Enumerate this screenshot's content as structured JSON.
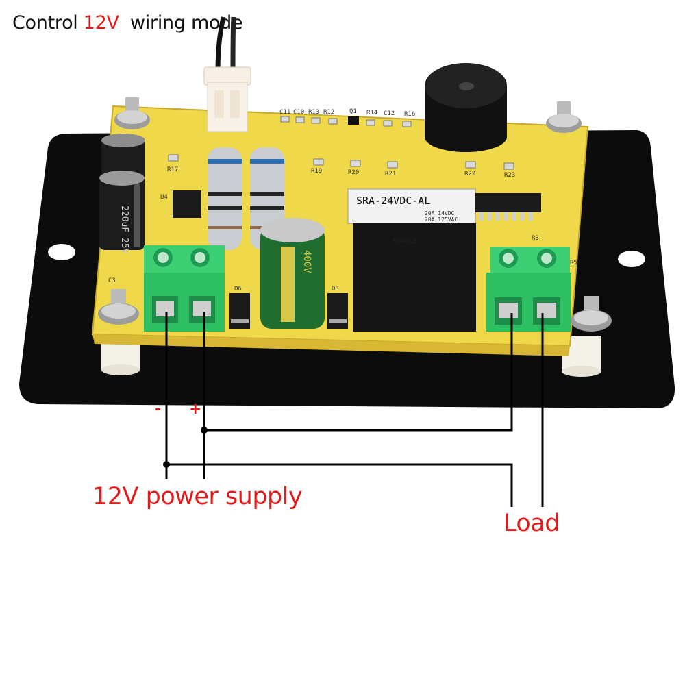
{
  "header": {
    "title_prefix": "Control",
    "title_voltage": "12V",
    "title_suffix": "wiring mode"
  },
  "labels": {
    "power_supply": "12V power supply",
    "load": "Load",
    "minus": "-",
    "plus": "+"
  },
  "relay": {
    "model": "SRA-24VDC-AL",
    "rating_1": "20A 14VDC",
    "rating_2": "20A 125VAC",
    "brand": "SONGLE"
  },
  "capacitors": {
    "small_rating": "220uF 25V",
    "large_rating": "400V"
  },
  "board": {
    "designators": [
      "C11",
      "C10",
      "R13",
      "R12",
      "Q1",
      "R14",
      "C12",
      "R16",
      "R17",
      "R19",
      "R20",
      "R21",
      "R22",
      "R23",
      "U4",
      "D6",
      "D3",
      "R3",
      "R5",
      "C3"
    ]
  },
  "colors": {
    "pcb": "#f0d94a",
    "terminal": "#2fbf63",
    "wire": "#000000",
    "label": "#e21a1a"
  }
}
